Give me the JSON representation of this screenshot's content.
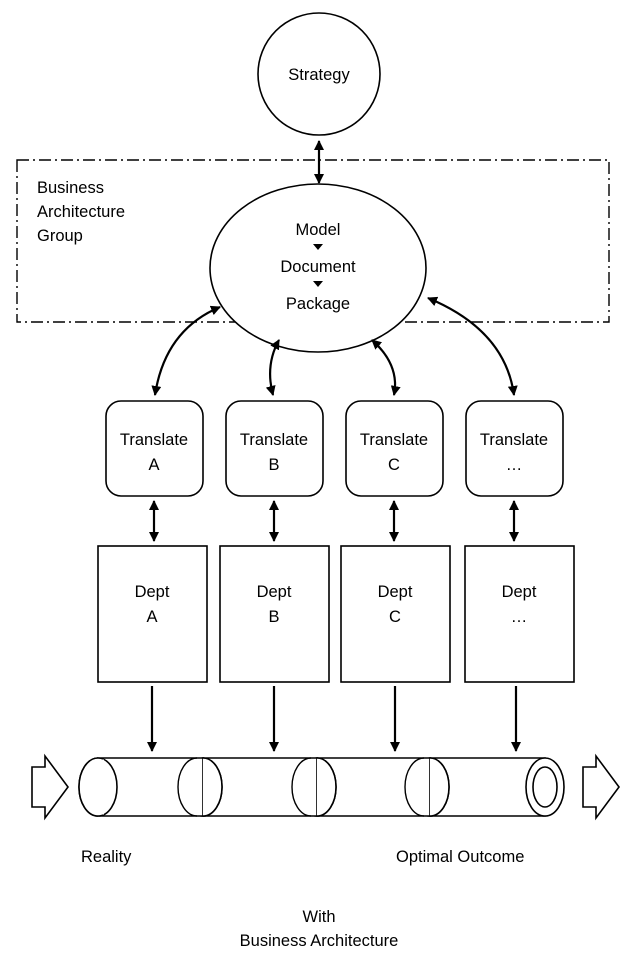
{
  "strategy": {
    "label": "Strategy"
  },
  "group": {
    "label_lines": [
      "Business",
      "Architecture",
      "Group"
    ]
  },
  "process": {
    "steps": [
      "Model",
      "Document",
      "Package"
    ]
  },
  "translate": [
    {
      "line1": "Translate",
      "line2": "A"
    },
    {
      "line1": "Translate",
      "line2": "B"
    },
    {
      "line1": "Translate",
      "line2": "C"
    },
    {
      "line1": "Translate",
      "line2": "…"
    }
  ],
  "departments": [
    {
      "line1": "Dept",
      "line2": "A"
    },
    {
      "line1": "Dept",
      "line2": "B"
    },
    {
      "line1": "Dept",
      "line2": "C"
    },
    {
      "line1": "Dept",
      "line2": "…"
    }
  ],
  "pipeline": {
    "start_label": "Reality",
    "end_label": "Optimal Outcome"
  },
  "caption": {
    "line1": "With",
    "line2": "Business Architecture"
  }
}
